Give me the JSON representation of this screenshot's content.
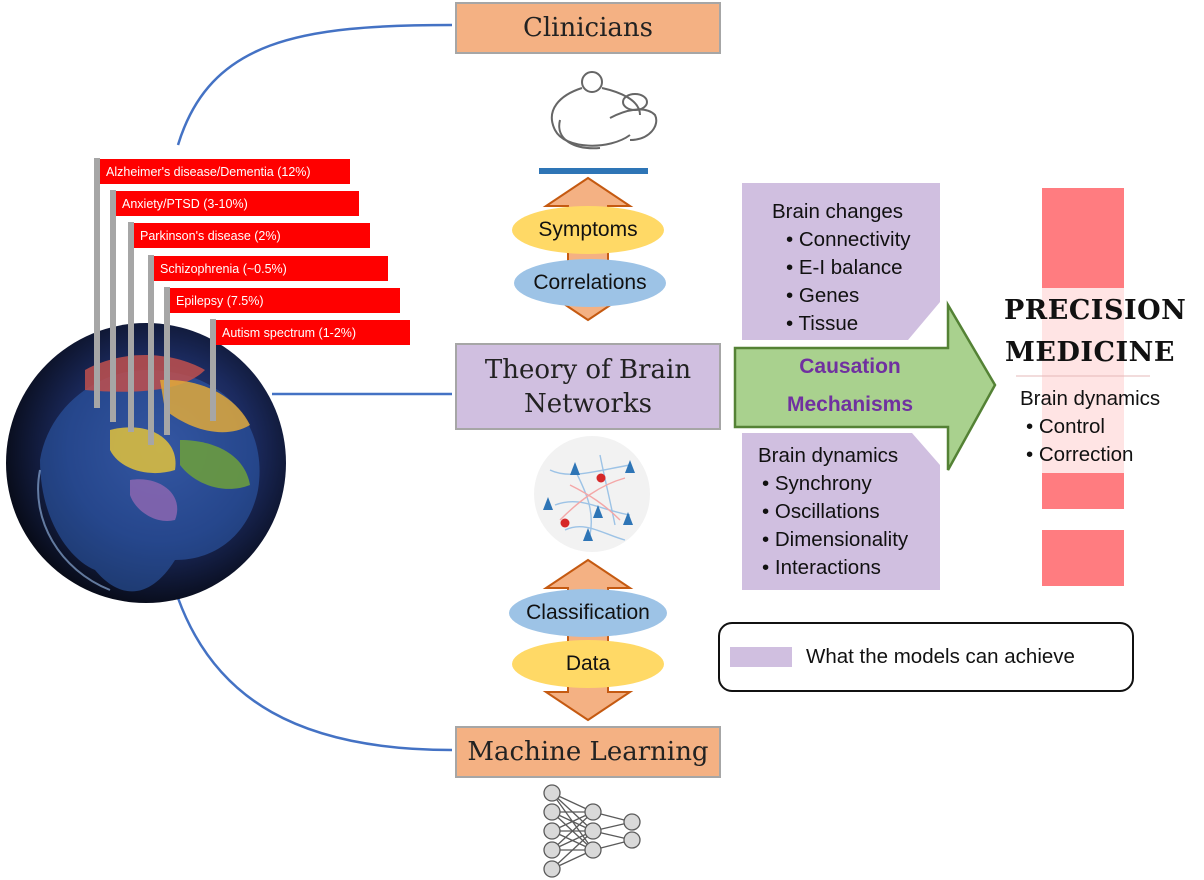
{
  "top": {
    "clinicians": "Clinicians"
  },
  "center": {
    "theory_line1": "Theory of Brain",
    "theory_line2": "Networks",
    "machine_learning": "Machine Learning"
  },
  "upper_pills": {
    "symptoms": "Symptoms",
    "correlations": "Correlations"
  },
  "lower_pills": {
    "classification": "Classification",
    "data": "Data"
  },
  "diseases": [
    "Alzheimer's disease/Dementia (12%)",
    "Anxiety/PTSD (3-10%)",
    "Parkinson's disease (2%)",
    "Schizophrenia (~0.5%)",
    "Epilepsy (7.5%)",
    "Autism spectrum (1-2%)"
  ],
  "brain_changes": {
    "heading": "Brain changes",
    "items": [
      "Connectivity",
      "E-I balance",
      "Genes",
      "Tissue"
    ]
  },
  "brain_dynamics_panel": {
    "heading": "Brain dynamics",
    "items": [
      "Synchrony",
      "Oscillations",
      "Dimensionality",
      "Interactions"
    ]
  },
  "arrow": {
    "line1": "Causation",
    "line2": "Mechanisms"
  },
  "precision": {
    "line1": "PRECISION",
    "line2": "MEDICINE",
    "heading": "Brain dynamics",
    "items": [
      "Control",
      "Correction"
    ]
  },
  "legend": {
    "label": "What the models can achieve"
  },
  "colors": {
    "orange": "#f4b183",
    "purple": "#d0bfe0",
    "green": "#a9d18e",
    "red": "#ff0000",
    "pink": "#ff7c80",
    "causation_text": "#7030a0",
    "yellow_pill": "#ffd966",
    "blue_pill": "#9dc3e6"
  }
}
